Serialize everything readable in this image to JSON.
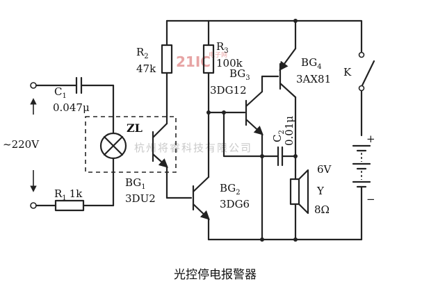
{
  "caption": "光控停电报警器",
  "watermark": {
    "logo": "21IC",
    "logo_sub": "电子网",
    "company": "杭州将睿科技有限公司"
  },
  "components": {
    "c1": {
      "name": "C",
      "sub": "1",
      "value": "0.047μ"
    },
    "zl": {
      "name": "ZL"
    },
    "mains": {
      "value": "~220V"
    },
    "r1": {
      "name": "R",
      "sub": "1",
      "value": "1k"
    },
    "r2": {
      "name": "R",
      "sub": "2",
      "value": "47k"
    },
    "r3": {
      "name": "R",
      "sub": "3",
      "value": "100k"
    },
    "bg1": {
      "name": "BG",
      "sub": "1",
      "type": "3DU2"
    },
    "bg2": {
      "name": "BG",
      "sub": "2",
      "type": "3DG6"
    },
    "bg3": {
      "name": "BG",
      "sub": "3",
      "type": "3DG12"
    },
    "bg4": {
      "name": "BG",
      "sub": "4",
      "type": "3AX81"
    },
    "c2": {
      "name": "C",
      "sub": "2",
      "value": "0.01μ"
    },
    "battery": {
      "value": "6V",
      "plus": "+",
      "minus": "−"
    },
    "speaker": {
      "name": "Y",
      "value": "8Ω"
    },
    "switch": {
      "name": "K"
    }
  }
}
